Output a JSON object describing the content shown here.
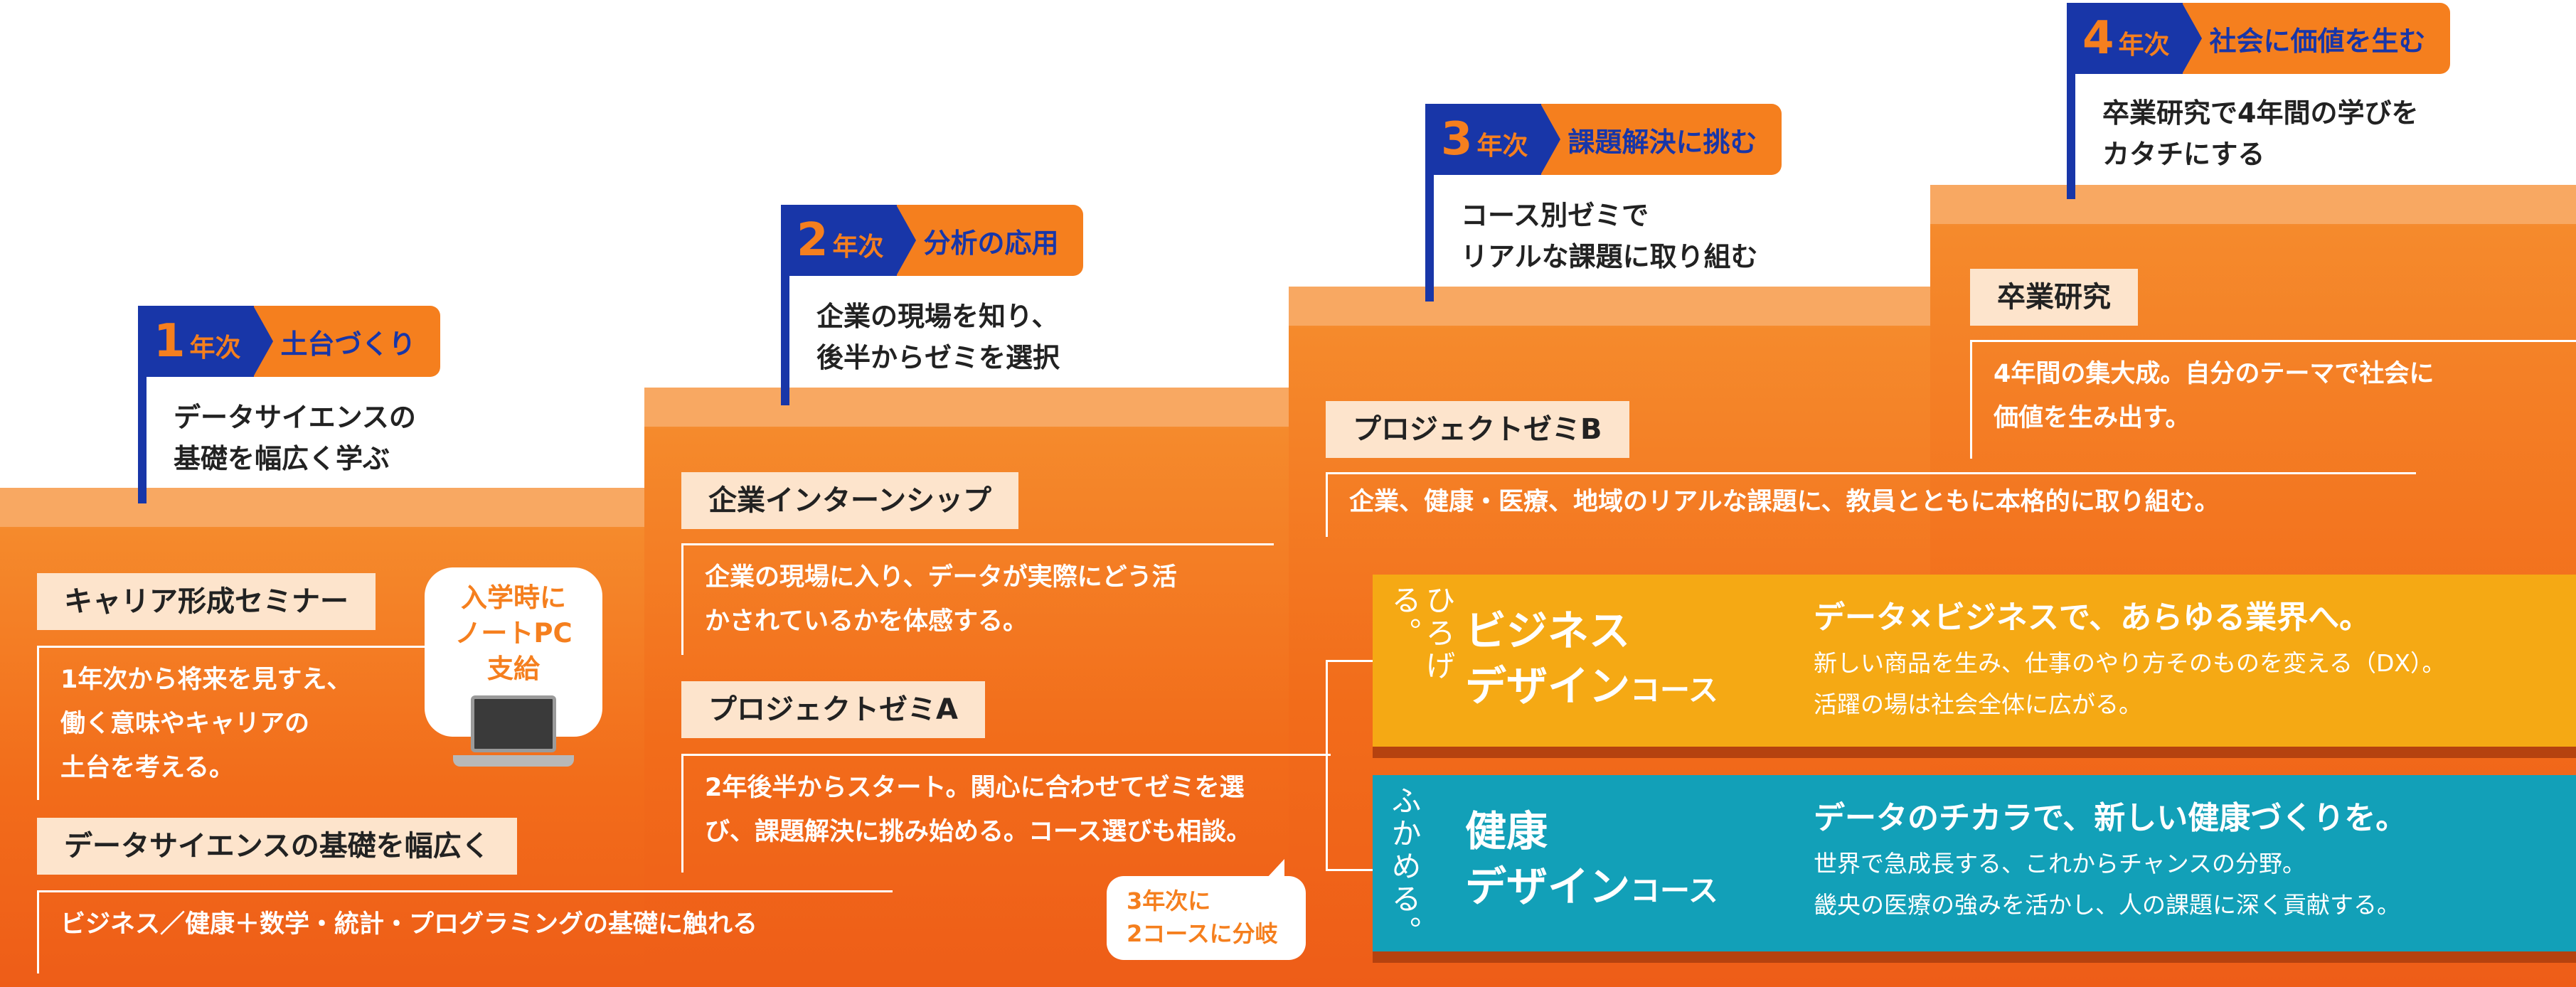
{
  "colors": {
    "orange": "#f57f1e",
    "navy": "#1836a8",
    "light_peach": "#fde4cc",
    "business_yellow": "#f5a914",
    "health_teal": "#12a0b8",
    "shadow_brown": "#b5420f"
  },
  "years": [
    {
      "num": "1",
      "label": "年次",
      "theme": "土台づくり",
      "desc": [
        "データサイエンスの",
        "基礎を幅広く学ぶ"
      ]
    },
    {
      "num": "2",
      "label": "年次",
      "theme": "分析の応用",
      "desc": [
        "企業の現場を知り、",
        "後半からゼミを選択"
      ]
    },
    {
      "num": "3",
      "label": "年次",
      "theme": "課題解決に挑む",
      "desc": [
        "コース別ゼミで",
        "リアルな課題に取り組む"
      ]
    },
    {
      "num": "4",
      "label": "年次",
      "theme": "社会に価値を生む",
      "desc": [
        "卒業研究で4年間の学びを",
        "カタチにする"
      ]
    }
  ],
  "year1": {
    "career_title": "キャリア形成セミナー",
    "career_desc": [
      "1年次から将来を見すえ、",
      "働く意味やキャリアの",
      "土台を考える。"
    ],
    "basics_title": "データサイエンスの基礎を幅広く",
    "basics_desc": "ビジネス／健康＋数学・統計・プログラミングの基礎に触れる",
    "pc_bubble": [
      "入学時に",
      "ノートPC",
      "支給"
    ]
  },
  "year2": {
    "intern_title": "企業インターンシップ",
    "intern_desc": [
      "企業の現場に入り、データが実際にどう活",
      "かされているかを体感する。"
    ],
    "zemiA_title": "プロジェクトゼミA",
    "zemiA_desc": [
      "2年後半からスタート。関心に合わせてゼミを選",
      "び、課題解決に挑み始める。コース選びも相談。"
    ],
    "split_bubble": [
      "3年次に",
      "2コースに分岐"
    ]
  },
  "year3": {
    "zemiB_title": "プロジェクトゼミB",
    "zemiB_desc": "企業、健康・医療、地域のリアルな課題に、教員とともに本格的に取り組む。"
  },
  "year4": {
    "thesis_title": "卒業研究",
    "thesis_desc": [
      "4年間の集大成。自分のテーマで社会に",
      "価値を生み出す。"
    ]
  },
  "courses": [
    {
      "vertical": "ひろげる。",
      "name1": "ビジネス",
      "name2": "デザイン",
      "suffix": "コース",
      "headline": "データ×ビジネスで、あらゆる業界へ。",
      "lines": [
        "新しい商品を生み、仕事のやり方そのものを変える（DX）。",
        "活躍の場は社会全体に広がる。"
      ]
    },
    {
      "vertical": "ふかめる。",
      "name1": "健康",
      "name2": "デザイン",
      "suffix": "コース",
      "headline": "データのチカラで、新しい健康づくりを。",
      "lines": [
        "世界で急成長する、これからチャンスの分野。",
        "畿央の医療の強みを活かし、人の課題に深く貢献する。"
      ]
    }
  ]
}
